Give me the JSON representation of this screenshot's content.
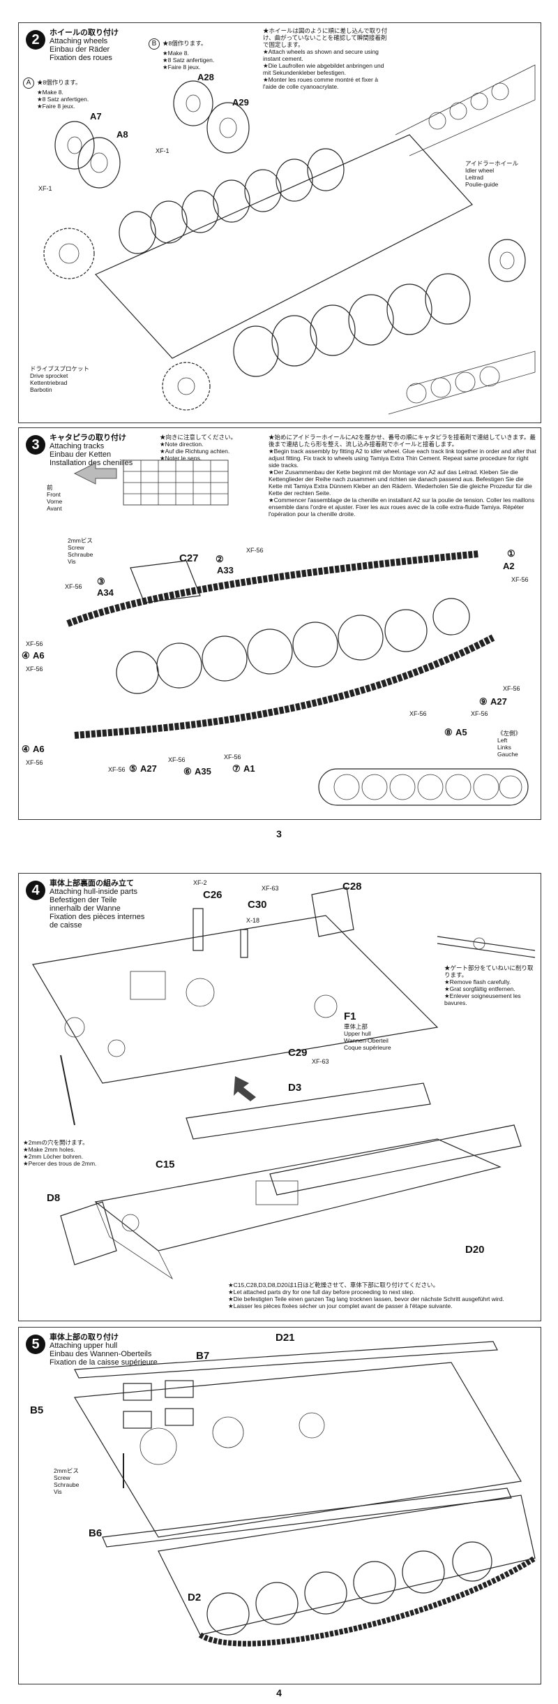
{
  "step2": {
    "number": "2",
    "title_jp": "ホイールの取り付け",
    "title_en": "Attaching wheels",
    "title_de": "Einbau der Räder",
    "title_fr": "Fixation des roues",
    "variantA": {
      "circle": "A",
      "lines": [
        "★8個作ります。",
        "★Make 8.",
        "★8 Satz anfertigen.",
        "★Faire 8 jeux."
      ]
    },
    "variantB": {
      "circle": "B",
      "lines": [
        "★8個作ります。",
        "★Make 8.",
        "★8 Satz anfertigen.",
        "★Faire 8 jeux."
      ]
    },
    "parts": {
      "a7": "A7",
      "a8": "A8",
      "a28": "A28",
      "a29": "A29"
    },
    "colors": {
      "xf1_a": "XF-1",
      "xf1_b": "XF-1"
    },
    "instruction": [
      "★ホイールは図のように順に差し込んで取り付け、曲がっていないことを確認して瞬間接着剤で固定します。",
      "★Attach wheels as shown and secure using instant cement.",
      "★Die Laufrollen wie abgebildet anbringen und mit Sekundenkleber befestigen.",
      "★Monter les roues comme montré et fixer à l'aide de colle cyanoacrylate."
    ],
    "idler": [
      "アイドラーホイール",
      "Idler wheel",
      "Leitrad",
      "Poulie-guide"
    ],
    "sprocket": [
      "ドライブスプロケット",
      "Drive sprocket",
      "Kettentriebrad",
      "Barbotin"
    ]
  },
  "step3": {
    "number": "3",
    "title_jp": "キャタピラの取り付け",
    "title_en": "Attaching tracks",
    "title_de": "Einbau der Ketten",
    "title_fr": "Installation des chenilles",
    "direction": [
      "★向きに注意してください。",
      "★Note direction.",
      "★Auf die Richtung achten.",
      "★Noter le sens."
    ],
    "front": [
      "前",
      "Front",
      "Vorne",
      "Avant"
    ],
    "instruction": [
      "★始めにアイドラーホイールにA2を履かせ、番号の順にキャタピラを接着剤で連結していきます。最後まで連結したら形を整え、流し込み接着剤でホイールと接着します。",
      "★Begin track assembly by fitting A2 to idler wheel. Glue each track link together in order and after that adjust fitting. Fix track to wheels using Tamiya Extra Thin Cement. Repeat same procedure for right side tracks.",
      "★Der Zusammenbau der Kette beginnt mit der Montage von A2 auf das Leitrad. Kleben Sie die Kettenglieder der Reihe nach zusammen und richten sie danach passend aus. Befestigen Sie die Kette mit Tamiya Extra Dünnem Kleber an den Rädern. Wiederholen Sie die gleiche Prozedur für die Kette der rechten Seite.",
      "★Commencer l'assemblage de la chenille en installant A2 sur la poulie de tension. Coller les maillons ensemble dans l'ordre et ajuster. Fixer les aux roues avec de la colle extra-fluide Tamiya. Répéter l'opération pour la chenille droite."
    ],
    "screw": [
      "2mmビス",
      "Screw",
      "Schraube",
      "Vis"
    ],
    "parts": {
      "c27": "C27",
      "n2": "②",
      "a33": "A33",
      "n3": "③",
      "a34": "A34",
      "n1": "①",
      "a2": "A2",
      "n4a": "④",
      "a6a": "A6",
      "n4b": "④",
      "a6b": "A6",
      "n9": "⑨",
      "a27a": "A27",
      "n8": "⑧",
      "a5": "A5",
      "n5": "⑤",
      "a27b": "A27",
      "n6": "⑥",
      "a35": "A35",
      "n7": "⑦",
      "a1": "A1"
    },
    "colors": [
      "XF-56",
      "XF-56",
      "XF-56",
      "XF-56",
      "XF-56",
      "XF-56",
      "XF-56",
      "XF-56",
      "XF-56",
      "XF-56",
      "XF-56",
      "XF-56"
    ],
    "left": [
      "《左側》",
      "Left",
      "Links",
      "Gauche"
    ]
  },
  "page3": "3",
  "step4": {
    "number": "4",
    "title_jp": "車体上部裏面の組み立て",
    "title_en": "Attaching hull-inside parts",
    "title_de": "Befestigen der Teile innerhalb der Wanne",
    "title_fr": "Fixation des pièces internes de caisse",
    "parts": {
      "c26": "C26",
      "c30": "C30",
      "c28": "C28",
      "c29": "C29",
      "f1": "F1",
      "d3": "D3",
      "c15": "C15",
      "d8": "D8",
      "d20": "D20"
    },
    "colors": {
      "xf2": "XF-2",
      "x18": "X-18",
      "xf63a": "XF-63",
      "xf63b": "XF-63"
    },
    "upper_hull": [
      "車体上部",
      "Upper hull",
      "Wannen-Oberteil",
      "Coque supérieure"
    ],
    "flash": [
      "★ゲート部分をていねいに削り取ります。",
      "★Remove flash carefully.",
      "★Grat sorgfältig entfernen.",
      "★Enlever soigneusement les bavures."
    ],
    "holes": [
      "★2mmの穴を開けます。",
      "★Make 2mm holes.",
      "★2mm Löcher bohren.",
      "★Percer des trous de 2mm."
    ],
    "dry": [
      "★C15,C28,D3,D8,D20は1日ほど乾燥させて、車体下部に取り付けてください。",
      "★Let attached parts dry for one full day before proceeding to next step.",
      "★Die befestigten Teile einen ganzen Tag lang trocknen lassen, bevor der nächste Schritt ausgeführt wird.",
      "★Laisser les pièces fixées sécher un jour complet avant de passer à l'étape suivante."
    ]
  },
  "step5": {
    "number": "5",
    "title_jp": "車体上部の取り付け",
    "title_en": "Attaching upper hull",
    "title_de": "Einbau des Wannen-Oberteils",
    "title_fr": "Fixation de la caisse supérieure",
    "parts": {
      "d21": "D21",
      "b7": "B7",
      "b5": "B5",
      "b6": "B6",
      "d2": "D2"
    },
    "screw": [
      "2mmビス",
      "Screw",
      "Schraube",
      "Vis"
    ]
  },
  "page4": "4"
}
